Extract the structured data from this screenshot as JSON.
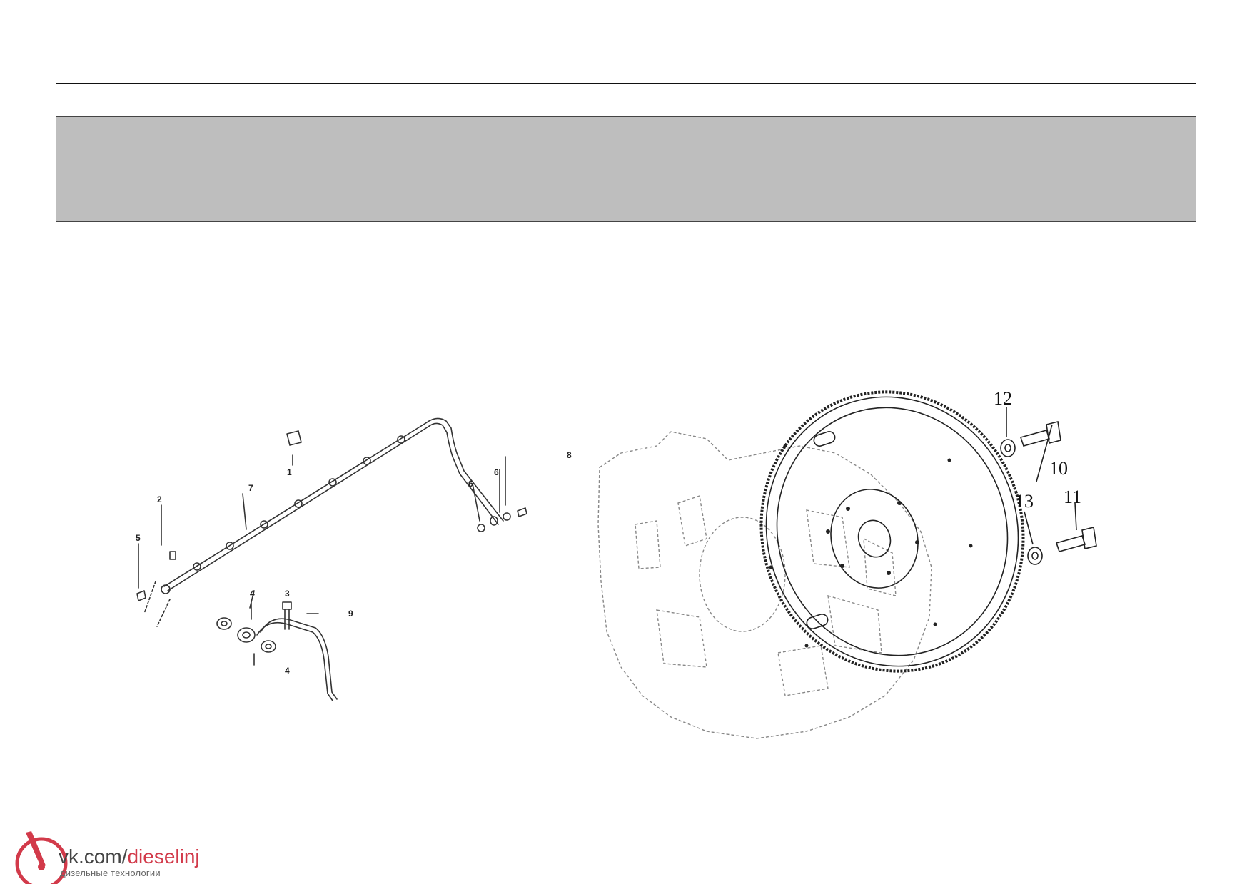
{
  "left_diagram": {
    "callouts": [
      "1",
      "2",
      "3",
      "4",
      "4",
      "5",
      "6",
      "6",
      "7",
      "8",
      "9"
    ]
  },
  "right_diagram": {
    "callouts": [
      "10",
      "11",
      "12",
      "13"
    ]
  },
  "watermark": {
    "domain_prefix": "vk.com/",
    "domain_accent": "dieselinj",
    "subtitle": "дизельные технологии",
    "accent_color": "#d23a4a"
  }
}
